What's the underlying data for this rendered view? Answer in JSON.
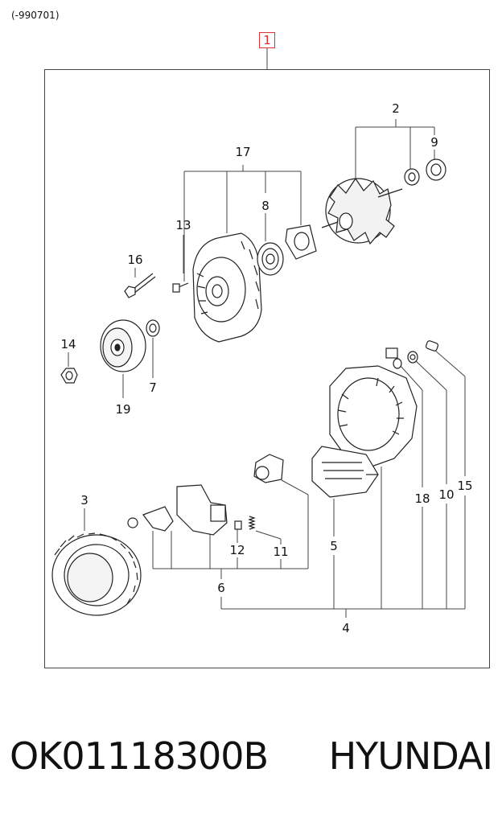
{
  "header_code": "(-990701)",
  "parts": {
    "p1": "1",
    "p2": "2",
    "p3": "3",
    "p4": "4",
    "p5": "5",
    "p6": "6",
    "p7": "7",
    "p8": "8",
    "p9": "9",
    "p10": "10",
    "p11": "11",
    "p12": "12",
    "p13": "13",
    "p14": "14",
    "p15": "15",
    "p16": "16",
    "p17": "17",
    "p18": "18",
    "p19": "19"
  },
  "footer": {
    "part_number": "OK01118300B",
    "brand": "HYUNDAI"
  },
  "colors": {
    "callout_highlight": "#e0302f",
    "line": "#444444"
  }
}
